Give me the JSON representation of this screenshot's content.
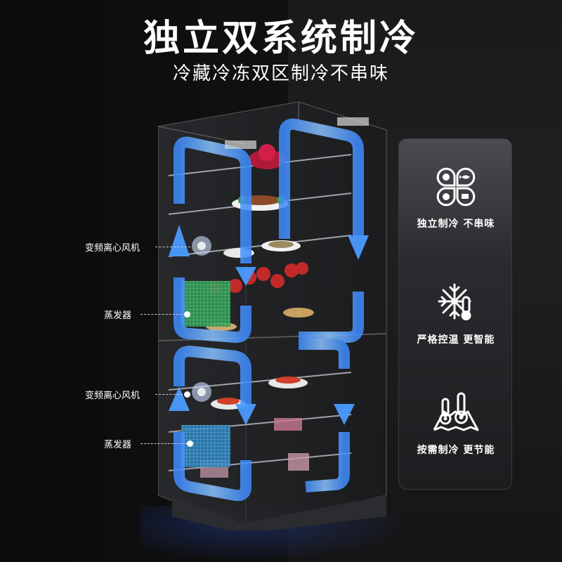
{
  "header": {
    "title": "独立双系统制冷",
    "subtitle": "冷藏冷冻双区制冷不串味"
  },
  "callouts": [
    {
      "label": "变频离心风机",
      "zone": "refrigerator"
    },
    {
      "label": "蒸发器",
      "zone": "refrigerator"
    },
    {
      "label": "变频离心风机",
      "zone": "freezer"
    },
    {
      "label": "蒸发器",
      "zone": "freezer"
    }
  ],
  "features": [
    {
      "icon": "four-food-zones-icon",
      "text": "独立制冷 不串味"
    },
    {
      "icon": "snowflake-thermometer-icon",
      "text": "严格控温 更智能"
    },
    {
      "icon": "thermometers-map-icon",
      "text": "按需制冷 更节能"
    }
  ],
  "colors": {
    "background": "#0d0d0e",
    "airflow_blue": "#4a9bff",
    "evaporator_green": "#3fb86a",
    "evaporator_blue": "#3a9ad0",
    "panel_top": "#4a4c50",
    "panel_bottom": "#1d1d20"
  }
}
